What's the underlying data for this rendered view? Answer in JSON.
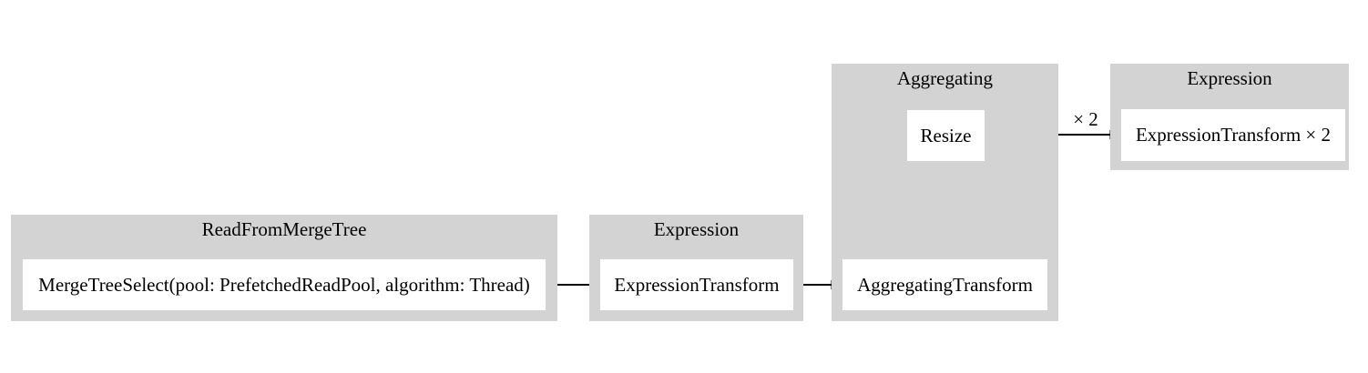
{
  "diagram": {
    "type": "query-pipeline-graph",
    "background": "#ffffff",
    "cluster_fill": "#d3d3d3",
    "node_fill": "#ffffff",
    "edge_color": "#000000",
    "text_color": "#000000",
    "clusters": [
      {
        "title": "ReadFromMergeTree",
        "nodes": [
          {
            "label": "MergeTreeSelect(pool: PrefetchedReadPool, algorithm: Thread)"
          }
        ]
      },
      {
        "title": "Expression",
        "nodes": [
          {
            "label": "ExpressionTransform"
          }
        ]
      },
      {
        "title": "Aggregating",
        "nodes": [
          {
            "label": "Resize"
          },
          {
            "label": "AggregatingTransform"
          }
        ]
      },
      {
        "title": "Expression",
        "nodes": [
          {
            "label": "ExpressionTransform × 2"
          }
        ]
      }
    ],
    "edges": [
      {
        "from": "MergeTreeSelect(pool: PrefetchedReadPool, algorithm: Thread)",
        "to": "ExpressionTransform",
        "label": ""
      },
      {
        "from": "ExpressionTransform",
        "to": "AggregatingTransform",
        "label": ""
      },
      {
        "from": "AggregatingTransform",
        "to": "Resize",
        "label": ""
      },
      {
        "from": "Resize",
        "to": "ExpressionTransform × 2",
        "label": "× 2"
      }
    ]
  }
}
